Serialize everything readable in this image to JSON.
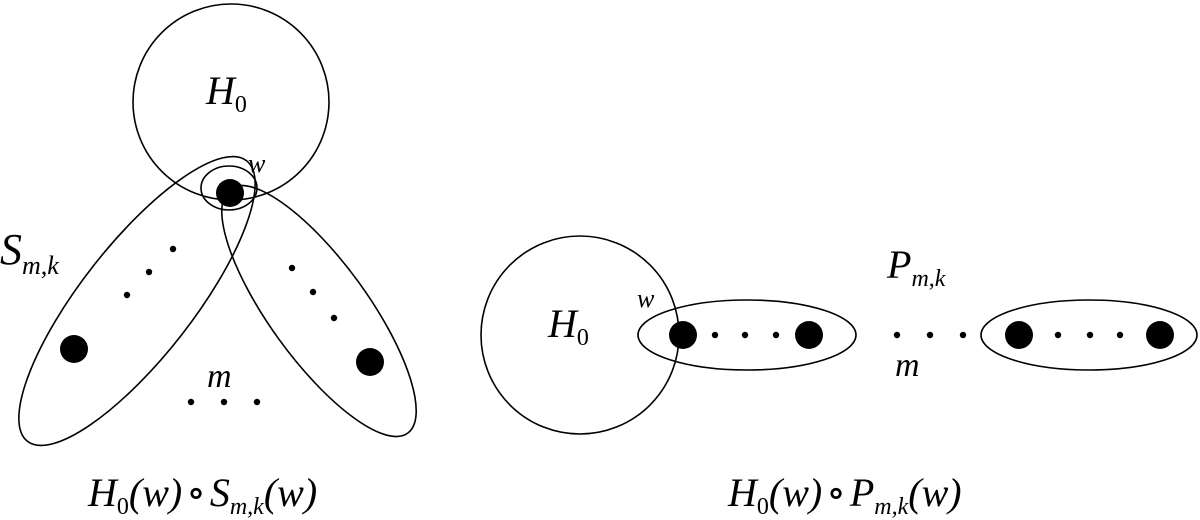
{
  "left_diagram": {
    "h0_label": "H",
    "h0_sub": "0",
    "w_label": "w",
    "s_label": "S",
    "s_sub": "m,k",
    "m_label": "m",
    "caption": {
      "h": "H",
      "h_sub": "0",
      "w1": "(w)",
      "circ": "∘",
      "s": "S",
      "s_sub": "m,k",
      "w2": "(w)"
    }
  },
  "right_diagram": {
    "h0_label": "H",
    "h0_sub": "0",
    "w_label": "w",
    "p_label": "P",
    "p_sub": "m,k",
    "m_label": "m",
    "caption": {
      "h": "H",
      "h_sub": "0",
      "w1": "(w)",
      "circ": "∘",
      "p": "P",
      "p_sub": "m,k",
      "w2": "(w)"
    }
  }
}
